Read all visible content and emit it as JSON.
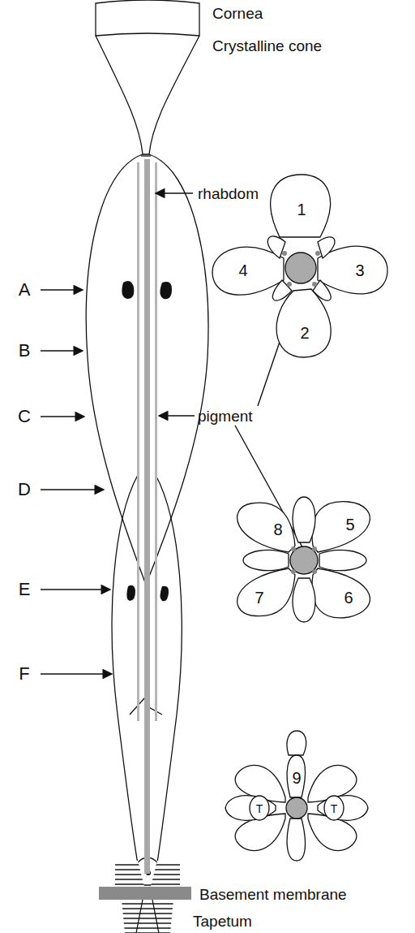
{
  "diagram": {
    "labels": [
      "Cornea",
      "Crystalline cone",
      "rhabdom",
      "A",
      "B",
      "C",
      "D",
      "E",
      "F",
      "pigment",
      "1",
      "4",
      "3",
      "2",
      "8",
      "5",
      "7",
      "6",
      "9",
      "T",
      "T",
      "Basement membrane",
      "Tapetum"
    ]
  }
}
